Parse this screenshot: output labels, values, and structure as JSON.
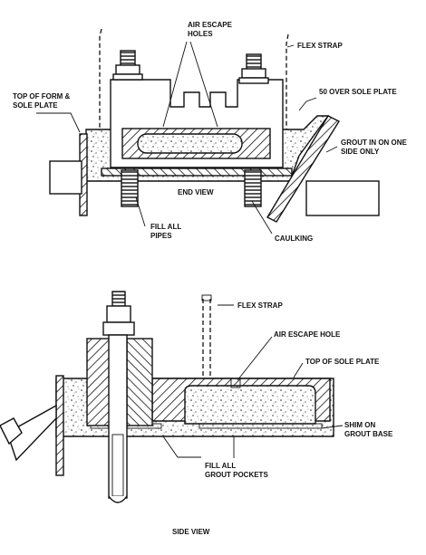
{
  "end_view": {
    "caption": "END VIEW",
    "labels": {
      "air_escape_holes_1": "AIR ESCAPE",
      "air_escape_holes_2": "HOLES",
      "flex_strap": "FLEX STRAP",
      "top_of_form_1": "TOP OF FORM &",
      "top_of_form_2": "SOLE PLATE",
      "over_sole_plate": "50 OVER SOLE PLATE",
      "grout_in_1": "GROUT IN ON ONE",
      "grout_in_2": "SIDE ONLY",
      "fill_pipes_1": "FILL ALL",
      "fill_pipes_2": "PIPES",
      "caulking": "CAULKING"
    }
  },
  "side_view": {
    "caption": "SIDE VIEW",
    "labels": {
      "flex_strap": "FLEX STRAP",
      "air_escape_hole": "AIR ESCAPE HOLE",
      "top_of_sole_plate": "TOP OF SOLE PLATE",
      "shim_1": "SHIM ON",
      "shim_2": "GROUT BASE",
      "fill_pockets_1": "FILL ALL",
      "fill_pockets_2": "GROUT POCKETS"
    }
  }
}
